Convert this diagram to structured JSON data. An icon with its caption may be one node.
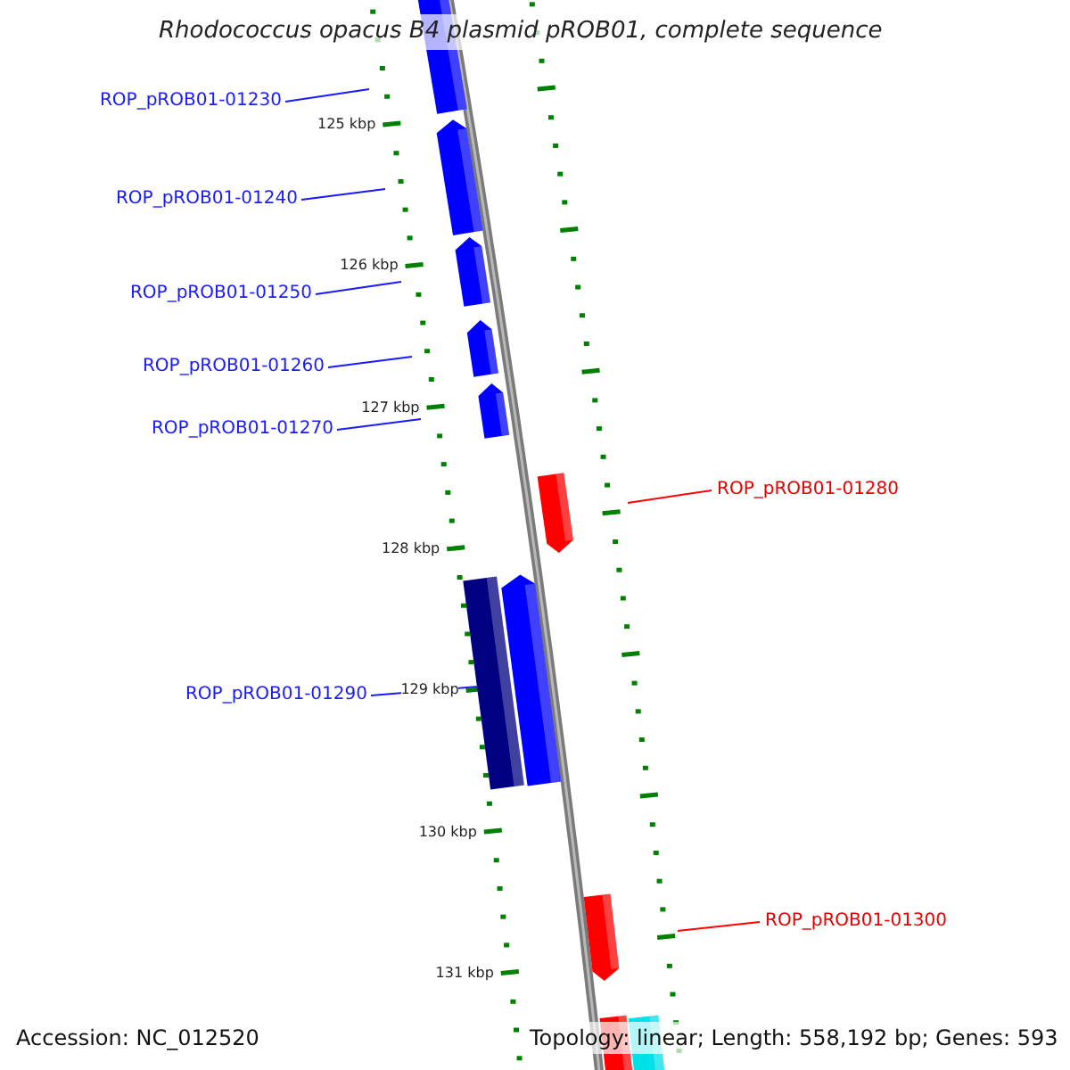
{
  "diagram": {
    "title": "Rhodococcus opacus B4 plasmid pROB01, complete sequence",
    "nodes": [
      {
        "text": [
          "ROP_pROB01-01230"
        ]
      },
      {
        "text": [],
        "shape": "bar"
      },
      {
        "text": [
          "ROP_pROB01-01240"
        ]
      },
      {
        "text": [],
        "shape": "arrow"
      },
      {
        "text": [
          "ROP_pROB01-01250"
        ]
      },
      {
        "text": [],
        "shape": "arrow"
      },
      {
        "text": [
          "ROP_pROB01-01260"
        ]
      },
      {
        "text": [],
        "shape": "arrow"
      },
      {
        "text": [
          "ROP_pROB01-01270"
        ]
      },
      {
        "text": [],
        "shape": "arrow"
      },
      {
        "text": [],
        "shape": "arrow"
      },
      {
        "text": [
          "ROP_pROB01-01280"
        ]
      },
      {
        "text": [],
        "shape": "bar"
      },
      {
        "text": [],
        "shape": "arrow"
      },
      {
        "text": [
          "ROP_pROB01-01290"
        ]
      },
      {
        "text": [],
        "shape": "arrow"
      },
      {
        "text": [
          "ROP_pROB01-01300"
        ]
      },
      {
        "text": [],
        "shape": "bar"
      },
      {
        "text": [],
        "shape": "bar"
      }
    ],
    "edges": [
      {
        "from": 0,
        "to": 1,
        "arrow": "none"
      },
      {
        "from": 2,
        "to": 3,
        "arrow": "none"
      },
      {
        "from": 4,
        "to": 5,
        "arrow": "none"
      },
      {
        "from": 6,
        "to": 7,
        "arrow": "none"
      },
      {
        "from": 8,
        "to": 9,
        "arrow": "none"
      },
      {
        "from": 11,
        "to": 10,
        "arrow": "none",
        "color": "#ff0000"
      },
      {
        "from": 14,
        "to": 12,
        "arrow": "none"
      },
      {
        "from": 16,
        "to": 15,
        "arrow": "none",
        "color": "#ff0000"
      }
    ],
    "labels": [
      "125 kbp",
      "126 kbp",
      "127 kbp",
      "128 kbp",
      "129 kbp",
      "130 kbp",
      "131 kbp",
      "Accession: NC_012520",
      "Topology: linear; Length: 558,192 bp; Genes: 593"
    ]
  }
}
